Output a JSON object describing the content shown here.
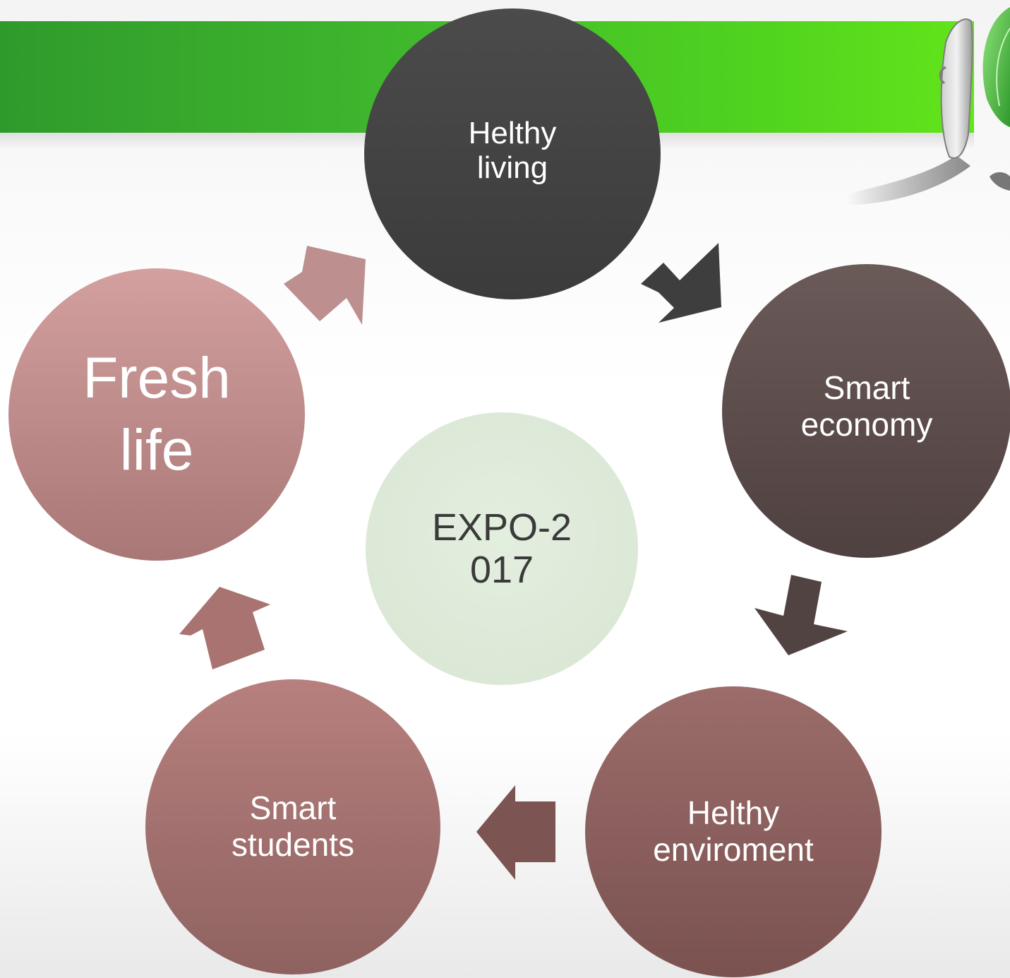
{
  "diagram": {
    "center": {
      "label": "EXPO-2\n017",
      "color": "#dde9d8"
    },
    "nodes": [
      {
        "id": "helthy-living",
        "label": "Helthy\nliving",
        "color": "#424242"
      },
      {
        "id": "smart-economy",
        "label": "Smart\neconomy",
        "color": "#5f4e4c"
      },
      {
        "id": "helthy-enviroment",
        "label": "Helthy\nenviroment",
        "color": "#8a605d"
      },
      {
        "id": "smart-students",
        "label": "Smart\nstudents",
        "color": "#a67371"
      },
      {
        "id": "fresh-life",
        "label": "Fresh\nlife",
        "color": "#c39190"
      }
    ],
    "flow": [
      {
        "from": "helthy-living",
        "to": "smart-economy"
      },
      {
        "from": "smart-economy",
        "to": "helthy-enviroment"
      },
      {
        "from": "helthy-enviroment",
        "to": "smart-students"
      },
      {
        "from": "smart-students",
        "to": "fresh-life"
      },
      {
        "from": "fresh-life",
        "to": "helthy-living"
      }
    ]
  },
  "colors": {
    "band_green": "#3fb72d",
    "text_light": "#ffffff",
    "text_dark": "#3a3a3a"
  },
  "icons": {
    "decor": "hand-and-leaf-icon"
  }
}
